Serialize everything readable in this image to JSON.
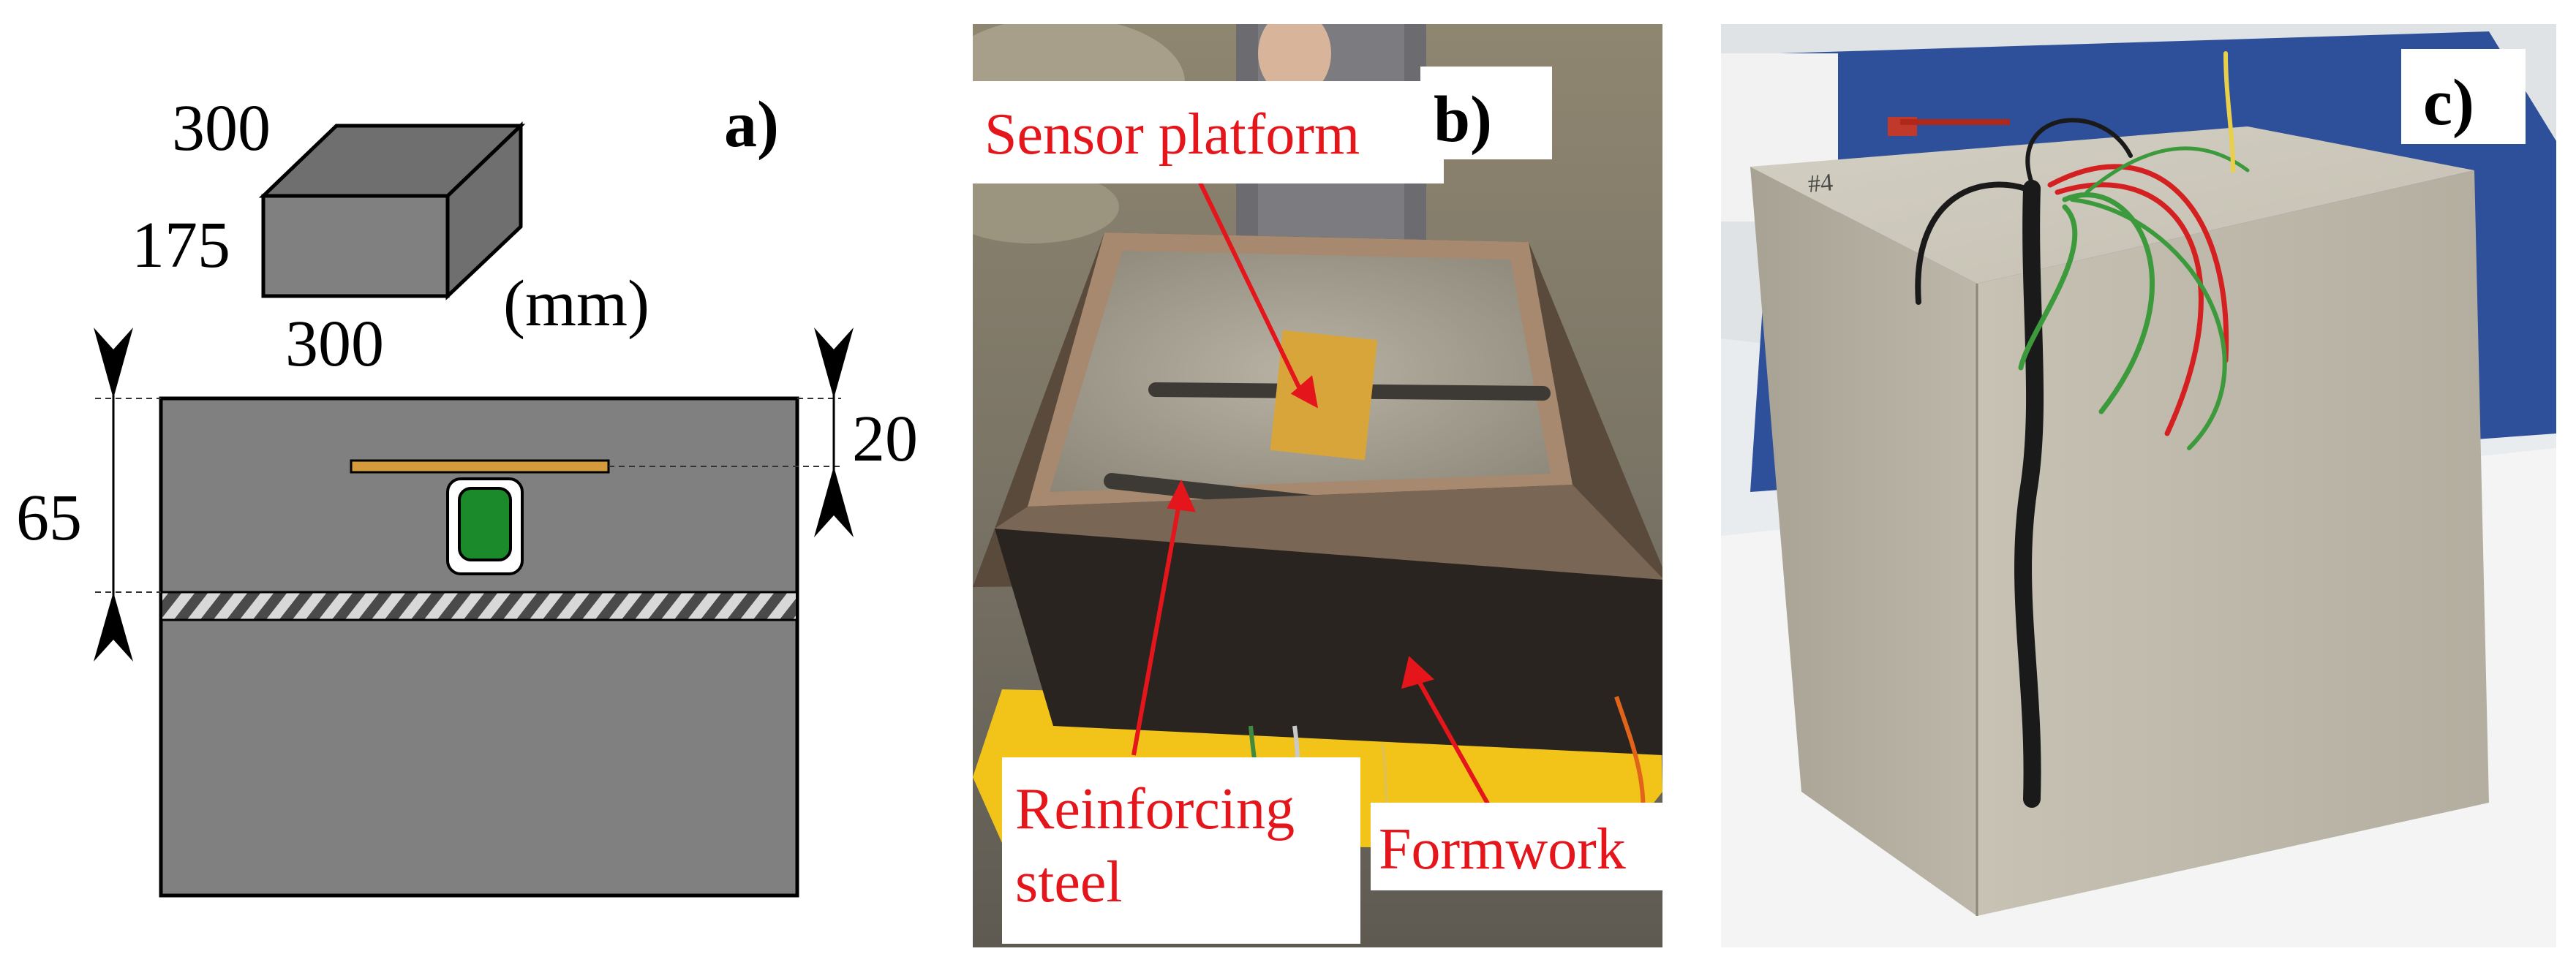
{
  "panel_a": {
    "tag": "a)",
    "box_dims": {
      "top": "300",
      "left": "175",
      "bottom": "300",
      "unit": "(mm)"
    },
    "section_dims": {
      "left": "65",
      "right": "20"
    }
  },
  "panel_b": {
    "tag": "b)",
    "callouts": {
      "sensor_platform": "Sensor platform",
      "reinforcing_steel_line1": "Reinforcing",
      "reinforcing_steel_line2": "steel",
      "formwork": "Formwork"
    }
  },
  "panel_c": {
    "tag": "c)",
    "surface_mark": "#4"
  },
  "colors": {
    "concrete_grey": "#808080",
    "sensor_platform_orange": "#d49a3b",
    "sensor_green": "#1a8a2a",
    "callout_red": "#e4151b",
    "formwork_yellow": "#f2c41a"
  }
}
